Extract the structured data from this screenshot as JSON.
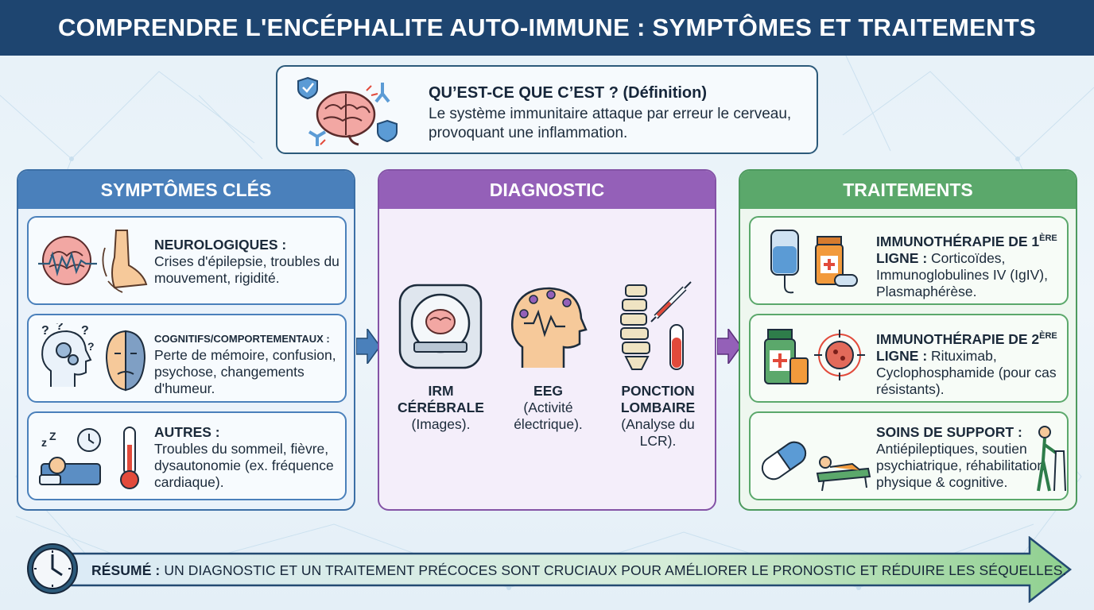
{
  "header": {
    "title": "COMPRENDRE L'ENCÉPHALITE AUTO-IMMUNE : SYMPTÔMES ET TRAITEMENTS"
  },
  "definition": {
    "title": "QU’EST-CE QUE C’EST ? (Définition)",
    "text": "Le système immunitaire attaque par erreur le cerveau, provoquant une inflammation."
  },
  "symptoms": {
    "heading": "SYMPTÔMES CLÉS",
    "cards": [
      {
        "title": "NEUROLOGIQUES :",
        "text": "Crises d'épilepsie, troubles du mouvement, rigidité."
      },
      {
        "title": "COGNITIFS/COMPORTEMENTAUX :",
        "text": "Perte de mémoire, confusion, psychose, changements d'humeur."
      },
      {
        "title": "AUTRES :",
        "text": "Troubles du sommeil, fièvre, dysautonomie (ex. fréquence cardiaque)."
      }
    ]
  },
  "diagnostic": {
    "heading": "DIAGNOSTIC",
    "items": [
      {
        "title_line1": "IRM",
        "title_line2": "CÉRÉBRALE",
        "detail": "(Images)."
      },
      {
        "title_line1": "EEG",
        "title_line2": "",
        "detail": "(Activité électrique)."
      },
      {
        "title_line1": "PONCTION",
        "title_line2": "LOMBAIRE",
        "detail": "(Analyse du LCR)."
      }
    ]
  },
  "treatments": {
    "heading": "TRAITEMENTS",
    "cards": [
      {
        "title_a": "IMMUNOTHÉRAPIE DE 1",
        "title_sup": "ÈRE",
        "title_b": "LIGNE :",
        "text": "Corticoïdes, Immunoglobulines IV (IgIV), Plasmaphérèse."
      },
      {
        "title_a": "IMMUNOTHÉRAPIE DE 2",
        "title_sup": "ÈRE",
        "title_b": "LIGNE :",
        "text": "Rituximab, Cyclophosphamide (pour cas résistants)."
      },
      {
        "title_a": "SOINS DE SUPPORT :",
        "title_sup": "",
        "title_b": "",
        "text": "Antiépileptiques, soutien psychiatrique, réhabilitation physique & cognitive."
      }
    ]
  },
  "summary": {
    "label": "RÉSUMÉ :",
    "text": "UN DIAGNOSTIC ET UN TRAITEMENT PRÉCOCES SONT CRUCIAUX POUR AMÉLIORER LE PRONOSTIC ET RÉDUIRE LES SÉQUELLES."
  },
  "colors": {
    "header": "#1e4570",
    "symptoms": "#4a80bb",
    "diagnostic": "#9460b8",
    "treatments": "#5ba86b"
  },
  "icons": [
    "brain-icon",
    "antibody-icon",
    "shield-icon",
    "foot-icon",
    "head-gears-icon",
    "face-icon",
    "sleep-icon",
    "thermometer-icon",
    "mri-scanner-icon",
    "eeg-head-icon",
    "spine-icon",
    "syringe-icon",
    "test-tube-icon",
    "iv-bag-icon",
    "pill-bottle-icon",
    "target-cell-icon",
    "capsule-icon",
    "patient-rest-icon",
    "walker-person-icon",
    "clock-icon"
  ]
}
